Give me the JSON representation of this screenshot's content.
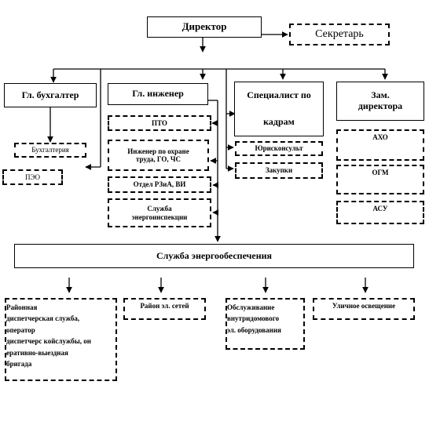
{
  "director": "Директор",
  "secretary": "Секретарь",
  "chief_accountant": "Гл. бухгалтер",
  "chief_engineer": "Гл. инженер",
  "hr_specialist": {
    "line1": "Специалист по",
    "line2": "кадрам"
  },
  "deputy_director": {
    "line1": "Зам.",
    "line2": "директора"
  },
  "accounting": "Бухгалтерия",
  "peo": "ПЭО",
  "pto": "ПТО",
  "safety_engineer": {
    "line1": "Инженер по охране",
    "line2": "труда, ГО, ЧС"
  },
  "rzia_dept": "Отдел РЗиА, ВИ",
  "energy_inspection": {
    "line1": "Служба",
    "line2": "энергоинспекции"
  },
  "legal": "Юрисконсульт",
  "procurement": "Закупки",
  "akho": "АХО",
  "ogm": "ОГМ",
  "asu": "АСУ",
  "energy_service": "Служба энергообеспечения",
  "dispatch": {
    "line1": "Районная",
    "line2": "диспетчерская служба,",
    "line3": "оператор",
    "line4": "диспетчерс койслужбы, он",
    "line5": "еративно-выездная",
    "line6": "бригада"
  },
  "district_networks": "Район эл. сетей",
  "internal_equipment": {
    "line1": "Обслуживание",
    "line2": "внутридомового",
    "line3": "эл. оборудования"
  },
  "street_lighting": "Уличное освещение"
}
